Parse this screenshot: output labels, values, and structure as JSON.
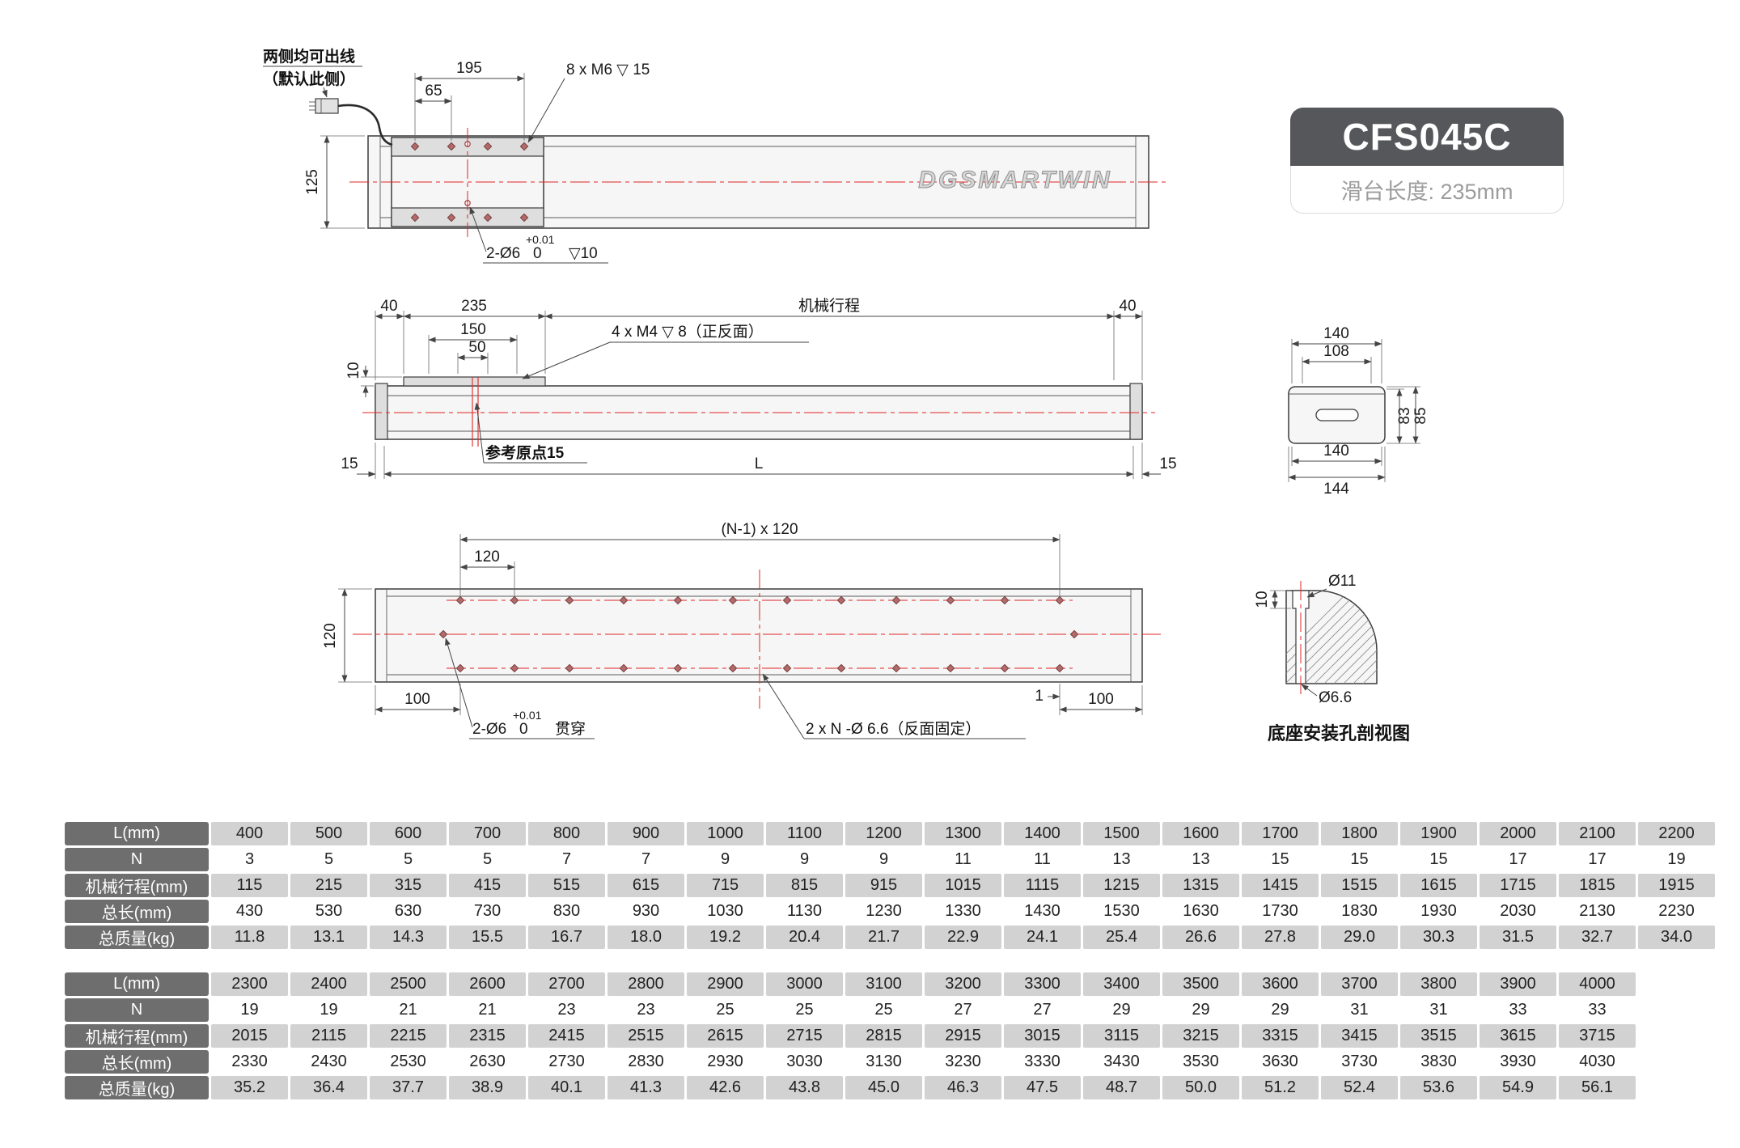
{
  "badge": {
    "model": "CFS045C",
    "subtitle": "滑台长度: 235mm"
  },
  "brand": "DGSMARTWIN",
  "top_view": {
    "note_line1": "两侧均可出线",
    "note_line2": "（默认此侧）",
    "dim_195": "195",
    "dim_65": "65",
    "holes_label": "8 x M6 ▽ 15",
    "dim_125": "125",
    "pin_hole_prefix": "2-Ø6",
    "pin_hole_lower": "0",
    "pin_hole_upper": "+0.01",
    "pin_hole_suffix": "▽10"
  },
  "side_view": {
    "dim_40_left": "40",
    "dim_235": "235",
    "stroke_label": "机械行程",
    "dim_40_right": "40",
    "dim_150": "150",
    "dim_50": "50",
    "screw_label": "4 x M4 ▽ 8（正反面）",
    "dim_10": "10",
    "origin_label": "参考原点15",
    "dim_15_left": "15",
    "dim_L": "L",
    "dim_15_right": "15"
  },
  "end_view": {
    "dim_140_top": "140",
    "dim_108": "108",
    "dim_83": "83",
    "dim_85": "85",
    "dim_140_bottom": "140",
    "dim_144": "144"
  },
  "bottom_view": {
    "pitch_total": "(N-1) x 120",
    "pitch_first": "120",
    "dim_width_120": "120",
    "dim_100_left": "100",
    "dim_100_right": "100",
    "dim_1": "1",
    "pin_hole_prefix": "2-Ø6",
    "pin_hole_lower": "0",
    "pin_hole_upper": "+0.01",
    "pin_hole_suffix": "贯穿",
    "base_holes_label": "2 x N -Ø 6.6（反面固定）"
  },
  "section_view": {
    "dia_11": "Ø11",
    "dim_10": "10",
    "dia_6_6": "Ø6.6",
    "caption": "底座安装孔剖视图"
  },
  "tables": [
    {
      "rows": [
        {
          "label": "L(mm)",
          "values": [
            "400",
            "500",
            "600",
            "700",
            "800",
            "900",
            "1000",
            "1100",
            "1200",
            "1300",
            "1400",
            "1500",
            "1600",
            "1700",
            "1800",
            "1900",
            "2000",
            "2100",
            "2200"
          ]
        },
        {
          "label": "N",
          "values": [
            "3",
            "5",
            "5",
            "5",
            "7",
            "7",
            "9",
            "9",
            "9",
            "11",
            "11",
            "13",
            "13",
            "15",
            "15",
            "15",
            "17",
            "17",
            "19"
          ]
        },
        {
          "label": "机械行程(mm)",
          "values": [
            "115",
            "215",
            "315",
            "415",
            "515",
            "615",
            "715",
            "815",
            "915",
            "1015",
            "1115",
            "1215",
            "1315",
            "1415",
            "1515",
            "1615",
            "1715",
            "1815",
            "1915"
          ]
        },
        {
          "label": "总长(mm)",
          "values": [
            "430",
            "530",
            "630",
            "730",
            "830",
            "930",
            "1030",
            "1130",
            "1230",
            "1330",
            "1430",
            "1530",
            "1630",
            "1730",
            "1830",
            "1930",
            "2030",
            "2130",
            "2230"
          ]
        },
        {
          "label": "总质量(kg)",
          "values": [
            "11.8",
            "13.1",
            "14.3",
            "15.5",
            "16.7",
            "18.0",
            "19.2",
            "20.4",
            "21.7",
            "22.9",
            "24.1",
            "25.4",
            "26.6",
            "27.8",
            "29.0",
            "30.3",
            "31.5",
            "32.7",
            "34.0"
          ]
        }
      ]
    },
    {
      "rows": [
        {
          "label": "L(mm)",
          "values": [
            "2300",
            "2400",
            "2500",
            "2600",
            "2700",
            "2800",
            "2900",
            "3000",
            "3100",
            "3200",
            "3300",
            "3400",
            "3500",
            "3600",
            "3700",
            "3800",
            "3900",
            "4000"
          ]
        },
        {
          "label": "N",
          "values": [
            "19",
            "19",
            "21",
            "21",
            "23",
            "23",
            "25",
            "25",
            "25",
            "27",
            "27",
            "29",
            "29",
            "29",
            "31",
            "31",
            "33",
            "33"
          ]
        },
        {
          "label": "机械行程(mm)",
          "values": [
            "2015",
            "2115",
            "2215",
            "2315",
            "2415",
            "2515",
            "2615",
            "2715",
            "2815",
            "2915",
            "3015",
            "3115",
            "3215",
            "3315",
            "3415",
            "3515",
            "3615",
            "3715"
          ]
        },
        {
          "label": "总长(mm)",
          "values": [
            "2330",
            "2430",
            "2530",
            "2630",
            "2730",
            "2830",
            "2930",
            "3030",
            "3130",
            "3230",
            "3330",
            "3430",
            "3530",
            "3630",
            "3730",
            "3830",
            "3930",
            "4030"
          ]
        },
        {
          "label": "总质量(kg)",
          "values": [
            "35.2",
            "36.4",
            "37.7",
            "38.9",
            "40.1",
            "41.3",
            "42.6",
            "43.8",
            "45.0",
            "46.3",
            "47.5",
            "48.7",
            "50.0",
            "51.2",
            "52.4",
            "53.6",
            "54.9",
            "56.1"
          ]
        }
      ]
    }
  ]
}
